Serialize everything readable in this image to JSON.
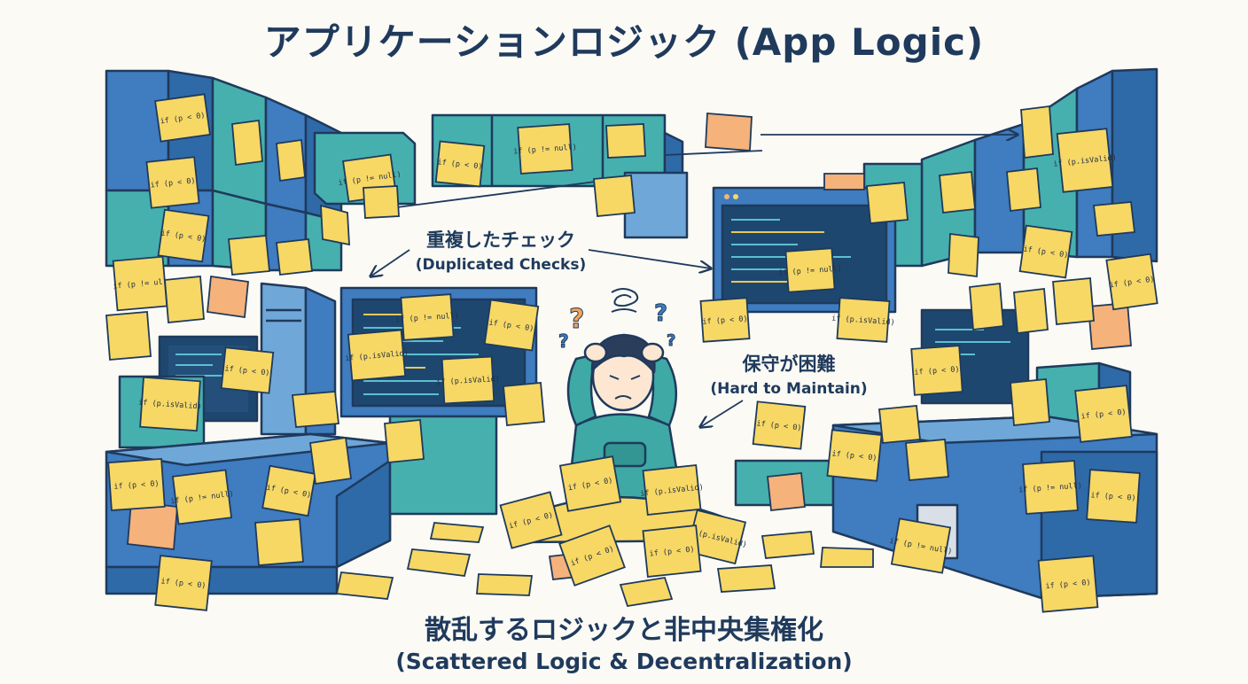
{
  "title": "アプリケーションロジック (App Logic)",
  "labels": {
    "duplicated_jp": "重複したチェック",
    "duplicated_en": "(Duplicated Checks)",
    "hard_jp": "保守が困難",
    "hard_en": "(Hard to Maintain)",
    "scattered_jp": "散乱するロジックと非中央集権化",
    "scattered_en": "(Scattered Logic & Decentralization)"
  },
  "notes": {
    "n01": "if (p < 0)",
    "n02": "if (p < 0)",
    "n03": "if (p < 0)",
    "n04": "if (p != ul)",
    "n05": "if (p.isValid)",
    "n06": "if (p != null)",
    "n07": "if (p < 0)",
    "n08": "if (p != null)",
    "n09": "if (p.isValid)",
    "n10": "if (p < 0)",
    "n11": "if (p.isValid)",
    "n12": "if (p < 0)",
    "n13": "if (p != null)",
    "n14": "if (p < 0)",
    "n15": "if (p < 0)",
    "n16": "if (p != null)",
    "n17": "if (p < 0)",
    "n18": "if (p != null)",
    "n19": "if (p.isValid)",
    "n20": "if (p < 0)",
    "n21": "if (p.isValid)",
    "n22": "if (p < 0)",
    "n23": "if (p < 0)",
    "n24": "if (p < 0)",
    "n25": "if (p.isValid)",
    "n26": "if (p < 0)",
    "n27": "if (p < 0)",
    "n28": "if (p != null)",
    "n29": "if (p < 0)",
    "n30": "if (p < 0)",
    "n31": "if (p < 0)",
    "n32": "if (p != null)",
    "n33": "if (p < 0)",
    "n34": "if (p < 0)",
    "n35": "if (p.isValid)",
    "n36": "if (p < 0)",
    "n37": "if (p < 0)"
  },
  "colors": {
    "ink": "#1f3a5c",
    "cabinet_blue": "#3f7cc0",
    "cabinet_teal": "#34a8a8",
    "note_yellow": "#f7d865",
    "note_orange": "#f5b27a",
    "screen": "#1e4770",
    "hoodie": "#3ea9a5"
  }
}
